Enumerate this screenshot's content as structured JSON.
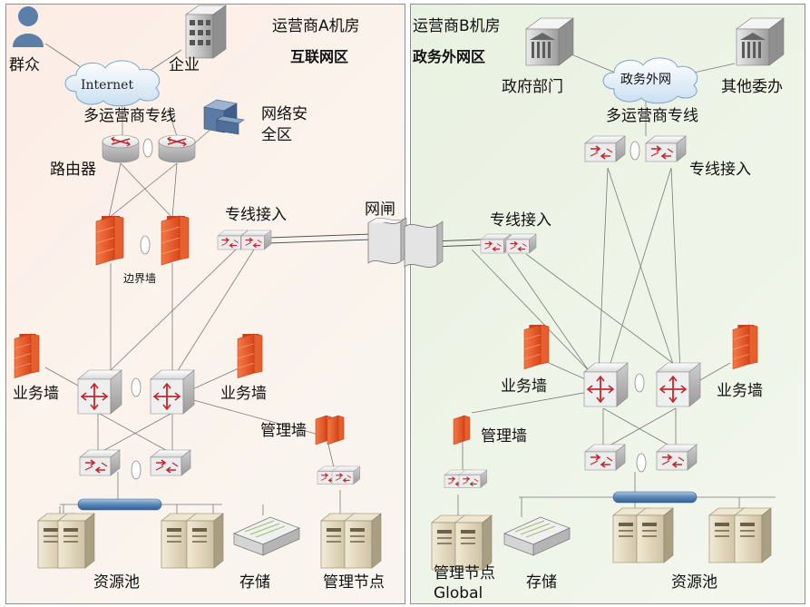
{
  "zones": {
    "a": {
      "title": "运营商A机房",
      "subtitle": "互联网区"
    },
    "b": {
      "title": "运营商B机房",
      "subtitle": "政务外网区"
    }
  },
  "labels": {
    "public": "群众",
    "enterprise": "企业",
    "internet": "Internet",
    "lines_a": "多运营商专线",
    "security_zone_line1": "网络安",
    "security_zone_line2": "全区",
    "router": "路由器",
    "border_fw": "边界墙",
    "access_a": "专线接入",
    "gap": "网闸",
    "access_b_mid": "专线接入",
    "biz_fw_a_left": "业务墙",
    "biz_fw_a_right": "业务墙",
    "mgmt_fw_a": "管理墙",
    "pool_a": "资源池",
    "storage_a": "存储",
    "mgmt_node_a": "管理节点",
    "gov_dept": "政府部门",
    "gov_net": "政务外网",
    "other_office": "其他委办",
    "lines_b": "多运营商专线",
    "access_b_top": "专线接入",
    "biz_fw_b_left": "业务墙",
    "biz_fw_b_right": "业务墙",
    "mgmt_fw_b": "管理墙",
    "mgmt_node_b_line1": "管理节点",
    "mgmt_node_b_line2": "Global",
    "storage_b": "存储",
    "pool_b": "资源池"
  },
  "colors": {
    "zone_a_bg": "#fcece4",
    "zone_b_bg": "#e9f1e1",
    "firewall": "#e8582a",
    "switch_arrow": "#c0282d",
    "bus": "#6f98c4"
  },
  "icons": {
    "person": "person-icon",
    "building": "building-icon",
    "cloud": "cloud-icon",
    "router": "router-icon",
    "switch": "switch-icon",
    "core_switch": "core-switch-icon",
    "firewall": "firewall-icon",
    "server": "server-icon",
    "storage": "storage-icon",
    "gateway": "gatekeeper-icon",
    "security_appliance": "security-appliance-icon",
    "bus": "network-bus-icon"
  }
}
